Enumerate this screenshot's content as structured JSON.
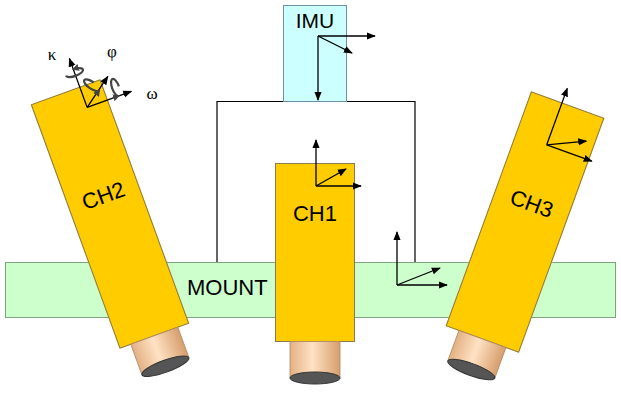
{
  "diagram": {
    "nodes": [
      {
        "text": [
          "IMU"
        ]
      },
      {
        "text": [
          "CH2"
        ]
      },
      {
        "text": [
          "MOUNT"
        ]
      },
      {
        "text": [
          "CH1"
        ]
      },
      {
        "text": [
          "CH3"
        ]
      }
    ],
    "edges": [
      {
        "from": 0,
        "to": 2,
        "arrow": "none"
      }
    ],
    "labels": [
      "κ",
      "φ",
      "ω"
    ]
  }
}
